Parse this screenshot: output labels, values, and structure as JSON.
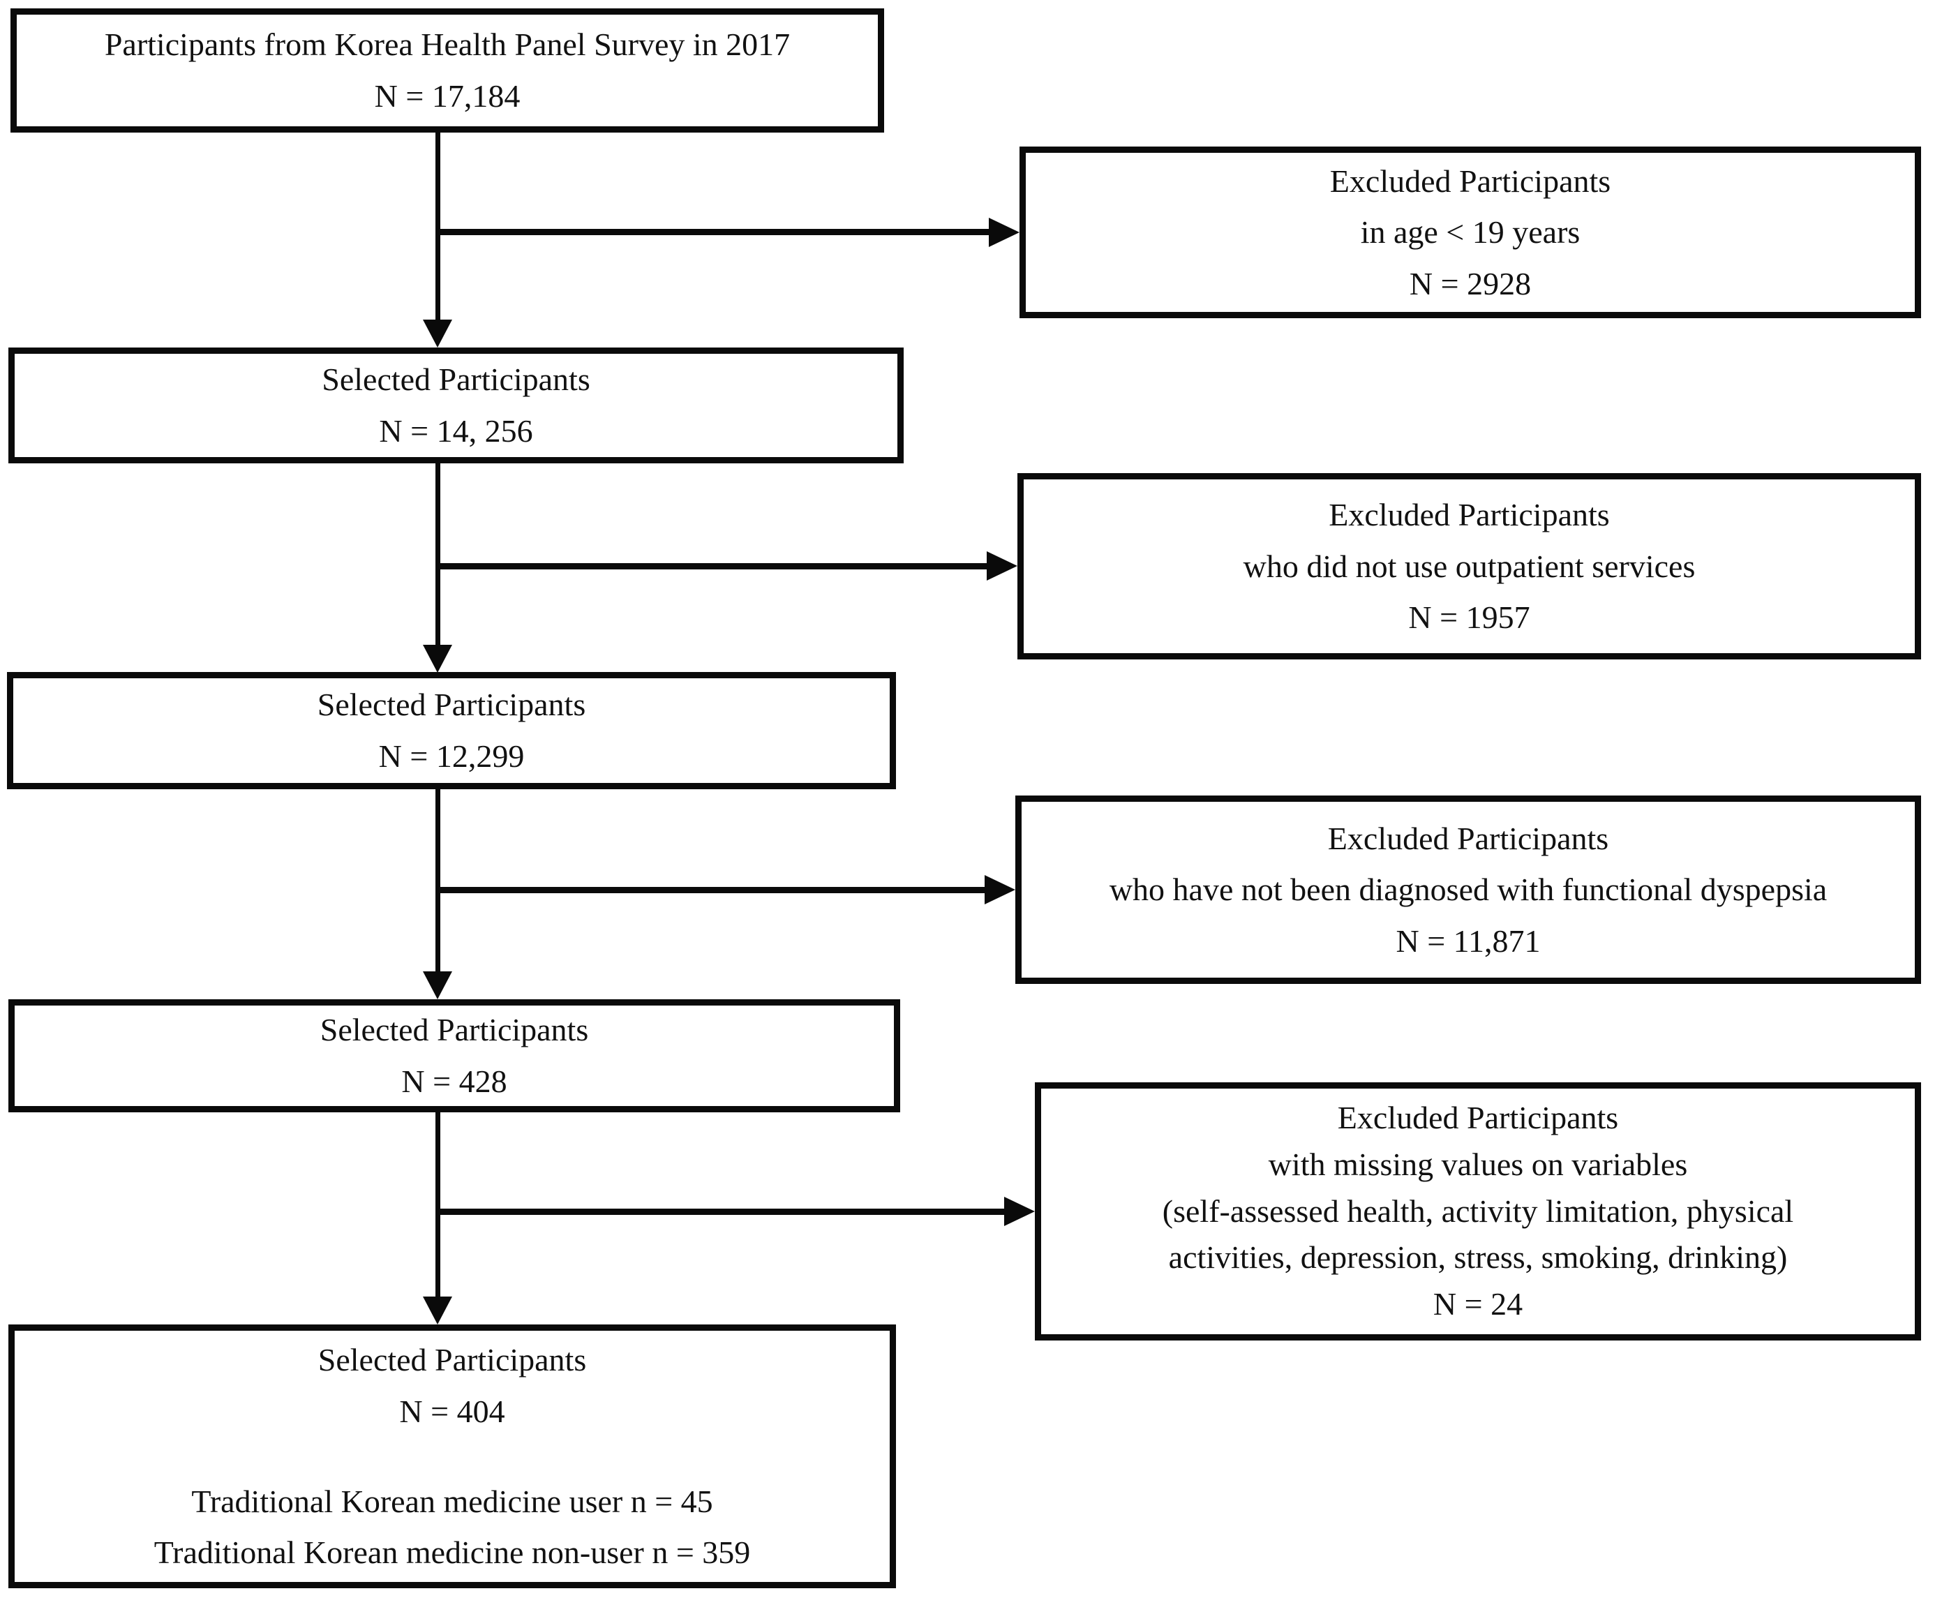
{
  "figure": {
    "kind": "participant-selection-flowchart",
    "colors": {
      "line": "#0a0a0a",
      "text": "#111111",
      "background": "#ffffff"
    },
    "main_boxes": [
      {
        "lines": [
          "Participants from Korea Health Panel Survey in 2017",
          "N = 17,184"
        ]
      },
      {
        "lines": [
          "Selected Participants",
          "N = 14, 256"
        ]
      },
      {
        "lines": [
          "Selected Participants",
          "N = 12,299"
        ]
      },
      {
        "lines": [
          "Selected Participants",
          "N = 428"
        ]
      },
      {
        "lines": [
          "Selected Participants",
          "N = 404"
        ],
        "sublines": [
          "Traditional Korean medicine user n = 45",
          "Traditional Korean medicine non-user n = 359"
        ]
      }
    ],
    "excluded_boxes": [
      {
        "lines": [
          "Excluded Participants",
          "in age < 19 years",
          "N = 2928"
        ]
      },
      {
        "lines": [
          "Excluded Participants",
          "who did not use outpatient services",
          "N = 1957"
        ]
      },
      {
        "lines": [
          "Excluded Participants",
          "who have not been diagnosed with functional dyspepsia",
          "N = 11,871"
        ]
      },
      {
        "lines": [
          "Excluded Participants",
          "with missing values on variables",
          "(self-assessed health, activity limitation, physical",
          "activities, depression, stress, smoking, drinking)",
          "N = 24"
        ]
      }
    ]
  }
}
